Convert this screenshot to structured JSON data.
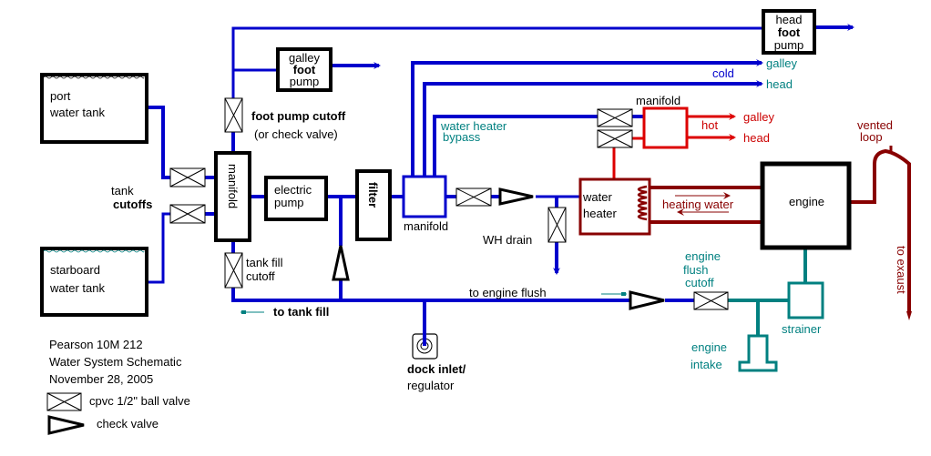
{
  "title_block": {
    "line1": "Pearson 10M 212",
    "line2": "Water System Schematic",
    "line3": "November 28, 2005"
  },
  "legend": {
    "ball_valve": "cpvc 1/2\" ball valve",
    "check_valve": "check valve"
  },
  "tanks": {
    "port": [
      "port",
      "water tank"
    ],
    "starboard": [
      "starboard",
      "water tank"
    ]
  },
  "labels": {
    "tank_cutoffs": [
      "tank",
      "cutoffs"
    ],
    "manifold_left": "manifold",
    "electric_pump": [
      "electric",
      "pump"
    ],
    "filter": "filter",
    "manifold_center": "manifold",
    "galley_foot_pump": [
      "galley",
      "foot",
      "pump"
    ],
    "head_foot_pump": [
      "head",
      "foot",
      "pump"
    ],
    "foot_pump_cutoff": "foot pump cutoff",
    "or_check_valve": "(or check valve)",
    "tank_fill_cutoff": [
      "tank fill",
      "cutoff"
    ],
    "to_tank_fill": "to tank fill",
    "water_heater_bypass": [
      "water heater",
      "bypass"
    ],
    "cold": "cold",
    "cold_galley": "galley",
    "cold_head": "head",
    "manifold_hot": "manifold",
    "hot": "hot",
    "hot_galley": "galley",
    "hot_head": "head",
    "water_heater": [
      "water",
      "heater"
    ],
    "heating_water": "heating water",
    "engine": "engine",
    "vented_loop": [
      "vented",
      "loop"
    ],
    "to_exhaust": "to exaust",
    "wh_drain": "WH drain",
    "to_engine_flush": "to engine flush",
    "dock_inlet": "dock inlet/",
    "regulator": "regulator",
    "engine_flush_cutoff": [
      "engine",
      "flush",
      "cutoff"
    ],
    "strainer": "strainer",
    "engine_intake": [
      "engine",
      "intake"
    ]
  },
  "colors": {
    "cold_water": "#0000cc",
    "hot_water": "#dd0000",
    "engine_loop": "#880000",
    "raw_water": "#008080"
  }
}
